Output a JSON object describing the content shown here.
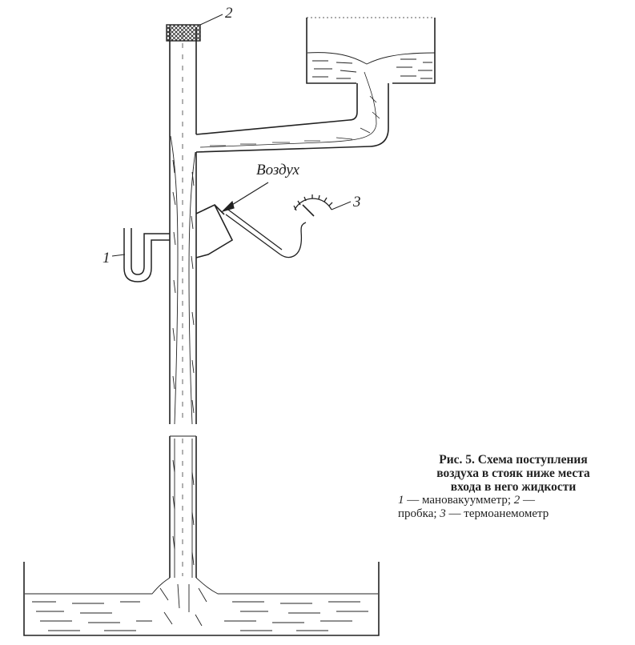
{
  "labels": {
    "label_1": "1",
    "label_2": "2",
    "label_3": "3",
    "air_label": "Воздух"
  },
  "caption": {
    "title_line1": "Рис. 5. Схема поступления",
    "title_line2": "воздуха в стояк ниже места",
    "title_line3": "входа в него жидкости",
    "legend_num1": "1",
    "legend_text1": " — мановакуумметр; ",
    "legend_num2": "2",
    "legend_text2": " —",
    "legend_text3": "пробка; ",
    "legend_num3": "3",
    "legend_text4": " — термоанемометр"
  },
  "colors": {
    "ink": "#222222",
    "paper": "#ffffff"
  }
}
